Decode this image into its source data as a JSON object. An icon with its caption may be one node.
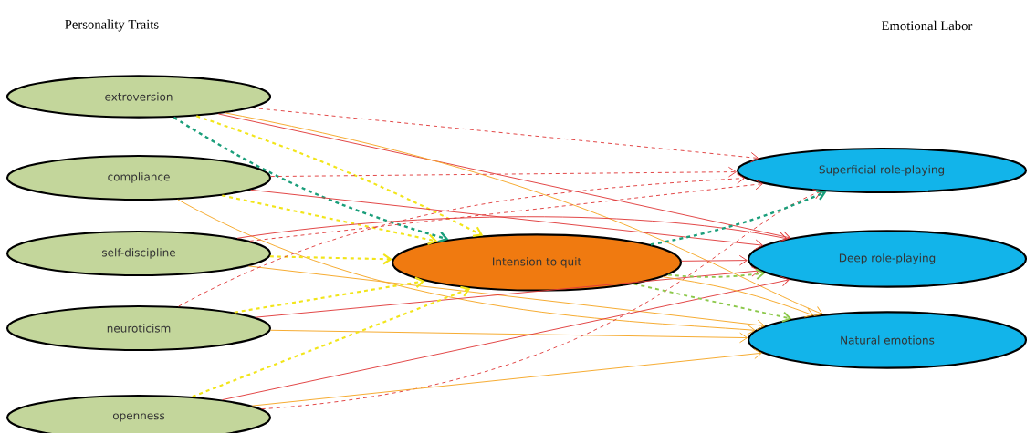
{
  "diagram": {
    "nodes": [
      {
        "text": [
          "extroversion"
        ]
      },
      {
        "text": [
          "compliance"
        ]
      },
      {
        "text": [
          "self-discipline"
        ]
      },
      {
        "text": [
          "neuroticism"
        ]
      },
      {
        "text": [
          "openness"
        ]
      },
      {
        "text": [
          "Intension to quit"
        ]
      },
      {
        "text": [
          "Superficial role-playing"
        ]
      },
      {
        "text": [
          "Deep role-playing"
        ]
      },
      {
        "text": [
          "Natural emotions"
        ]
      }
    ],
    "edges": [
      {
        "from": 0,
        "to": 6,
        "arrow": "to",
        "style": "dashed",
        "color": "#e03a3a"
      },
      {
        "from": 0,
        "to": 7,
        "arrow": "to",
        "color": "#e03a3a"
      },
      {
        "from": 0,
        "to": 8,
        "arrow": "to",
        "color": "#f5a623"
      },
      {
        "from": 0,
        "to": 5,
        "arrow": "to",
        "style": "dashed",
        "color": "#f2e51a"
      },
      {
        "from": 0,
        "to": 5,
        "arrow": "to",
        "style": "dashed",
        "color": "#1a9e7a"
      },
      {
        "from": 1,
        "to": 6,
        "arrow": "to",
        "style": "dashed",
        "color": "#e03a3a"
      },
      {
        "from": 1,
        "to": 7,
        "arrow": "to",
        "color": "#e03a3a"
      },
      {
        "from": 1,
        "to": 8,
        "arrow": "to",
        "color": "#f5a623"
      },
      {
        "from": 1,
        "to": 5,
        "arrow": "to",
        "style": "dashed",
        "color": "#f2e51a"
      },
      {
        "from": 2,
        "to": 6,
        "arrow": "to",
        "style": "dashed",
        "color": "#e03a3a"
      },
      {
        "from": 2,
        "to": 7,
        "arrow": "to",
        "color": "#e03a3a"
      },
      {
        "from": 2,
        "to": 8,
        "arrow": "to",
        "color": "#f5a623"
      },
      {
        "from": 2,
        "to": 5,
        "arrow": "to",
        "style": "dashed",
        "color": "#f2e51a"
      },
      {
        "from": 3,
        "to": 6,
        "arrow": "to",
        "style": "dashed",
        "color": "#e03a3a"
      },
      {
        "from": 3,
        "to": 7,
        "arrow": "to",
        "color": "#e03a3a"
      },
      {
        "from": 3,
        "to": 8,
        "arrow": "to",
        "color": "#f5a623"
      },
      {
        "from": 3,
        "to": 5,
        "arrow": "to",
        "style": "dashed",
        "color": "#f2e51a"
      },
      {
        "from": 4,
        "to": 6,
        "arrow": "to",
        "style": "dashed",
        "color": "#e03a3a"
      },
      {
        "from": 4,
        "to": 7,
        "arrow": "to",
        "color": "#e03a3a"
      },
      {
        "from": 4,
        "to": 8,
        "arrow": "to",
        "color": "#f5a623"
      },
      {
        "from": 4,
        "to": 5,
        "arrow": "to",
        "style": "dashed",
        "color": "#f2e51a"
      },
      {
        "from": 5,
        "to": 6,
        "arrow": "to",
        "style": "dashed",
        "color": "#1a9e7a"
      },
      {
        "from": 5,
        "to": 7,
        "arrow": "to",
        "color": "#e03a3a"
      },
      {
        "from": 5,
        "to": 7,
        "arrow": "to",
        "style": "dashed",
        "color": "#8cc84b"
      },
      {
        "from": 5,
        "to": 8,
        "arrow": "to",
        "style": "dashed",
        "color": "#8cc84b"
      },
      {
        "from": 5,
        "to": 8,
        "arrow": "to",
        "color": "#f5a623"
      }
    ],
    "labels": [
      "Personality Traits",
      "Emotional Labor"
    ]
  }
}
